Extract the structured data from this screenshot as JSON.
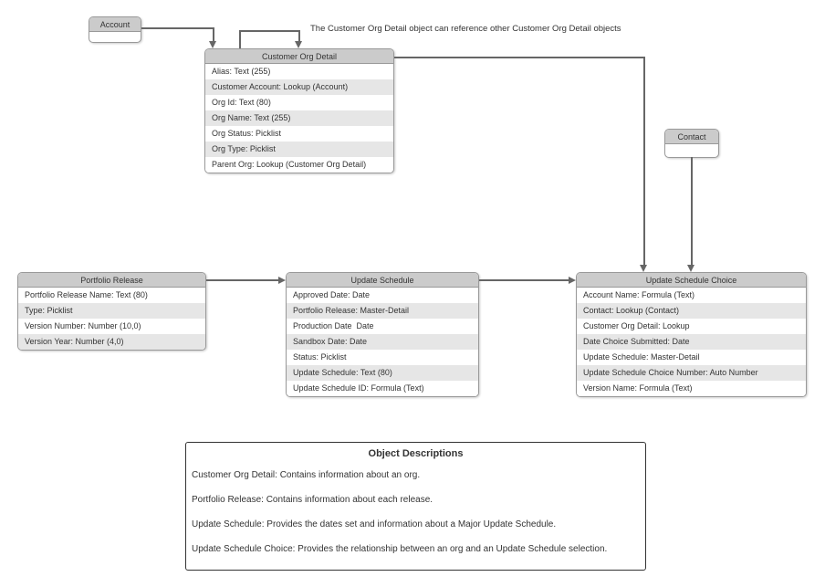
{
  "annotation": "The Customer Org Detail object can reference other Customer Org Detail objects",
  "colors": {
    "entity_header_fill": "#cbcbcb",
    "entity_alt_row_fill": "#e6e6e6",
    "entity_border": "#999999",
    "connector": "#666666",
    "description_border": "#333333"
  },
  "entities": {
    "account": {
      "title": "Account",
      "fields": []
    },
    "customer_org_detail": {
      "title": "Customer Org Detail",
      "fields": [
        "Alias: Text (255)",
        "Customer Account: Lookup (Account)",
        "Org Id: Text (80)",
        "Org Name: Text (255)",
        "Org Status: Picklist",
        "Org Type: Picklist",
        "Parent Org: Lookup (Customer Org Detail)"
      ]
    },
    "contact": {
      "title": "Contact",
      "fields": []
    },
    "portfolio_release": {
      "title": "Portfolio Release",
      "fields": [
        "Portfolio Release Name: Text (80)",
        "Type: Picklist",
        "Version Number: Number (10,0)",
        "Version Year: Number (4,0)"
      ]
    },
    "update_schedule": {
      "title": "Update Schedule",
      "fields": [
        "Approved Date: Date",
        "Portfolio Release: Master-Detail",
        "Production Date  Date",
        "Sandbox Date: Date",
        "Status: Picklist",
        "Update Schedule: Text (80)",
        "Update Schedule ID: Formula (Text)"
      ]
    },
    "update_schedule_choice": {
      "title": "Update Schedule Choice",
      "fields": [
        "Account Name: Formula (Text)",
        "Contact: Lookup (Contact)",
        "Customer Org Detail: Lookup",
        "Date Choice Submitted: Date",
        "Update Schedule: Master-Detail",
        "Update Schedule Choice Number: Auto Number",
        "Version Name: Formula (Text)"
      ]
    }
  },
  "descriptions": {
    "title": "Object Descriptions",
    "items": [
      "Customer Org Detail: Contains information about an org.",
      "Portfolio Release: Contains information about each release.",
      "Update Schedule: Provides the dates set and information about a Major Update Schedule.",
      "Update Schedule Choice: Provides the relationship between an org and an Update Schedule selection."
    ]
  }
}
